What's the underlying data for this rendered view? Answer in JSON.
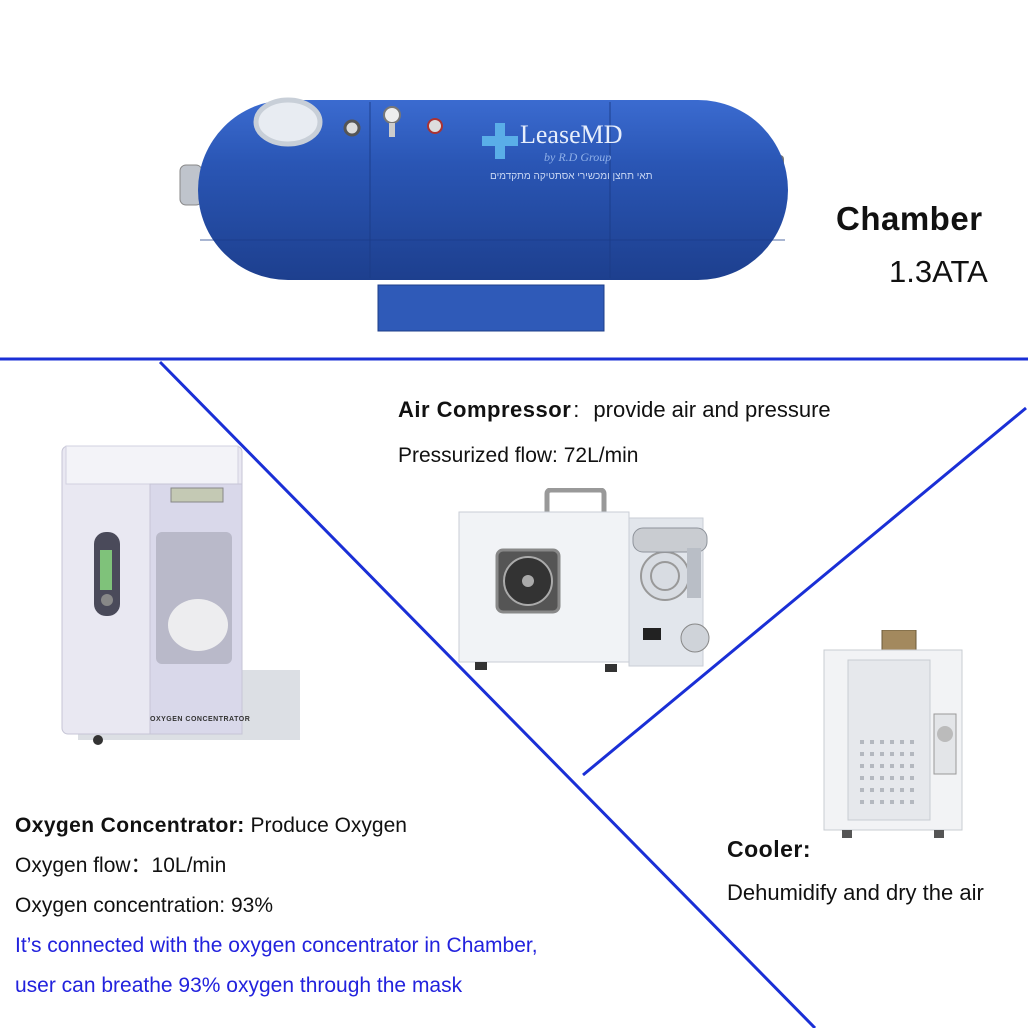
{
  "chamber": {
    "brand": "LeaseMD",
    "brand_sub": "by R.D Group",
    "brand_tagline": "תאי תחצן ומכשירי אסתטיקה מתקדמים",
    "title": "Chamber",
    "pressure": "1.3ATA"
  },
  "air_compressor": {
    "title": "Air Compressor",
    "separator": ":",
    "description": "provide air and pressure",
    "flow": "Pressurized flow: 72L/min"
  },
  "oxygen_concentrator": {
    "device_label": "OXYGEN CONCENTRATOR",
    "title": "Oxygen Concentrator:",
    "description": "Produce Oxygen",
    "flow": "Oxygen flow：10L/min",
    "concentration": "Oxygen concentration: 93%",
    "note_line1": "It’s connected with the oxygen concentrator in Chamber,",
    "note_line2": "user can breathe 93% oxygen through the mask"
  },
  "cooler": {
    "title": "Cooler:",
    "description": "Dehumidify and dry the air"
  },
  "colors": {
    "divider": "#1a2fd6",
    "chamber_blue": "#2a56b5",
    "note_text": "#2222dd"
  }
}
